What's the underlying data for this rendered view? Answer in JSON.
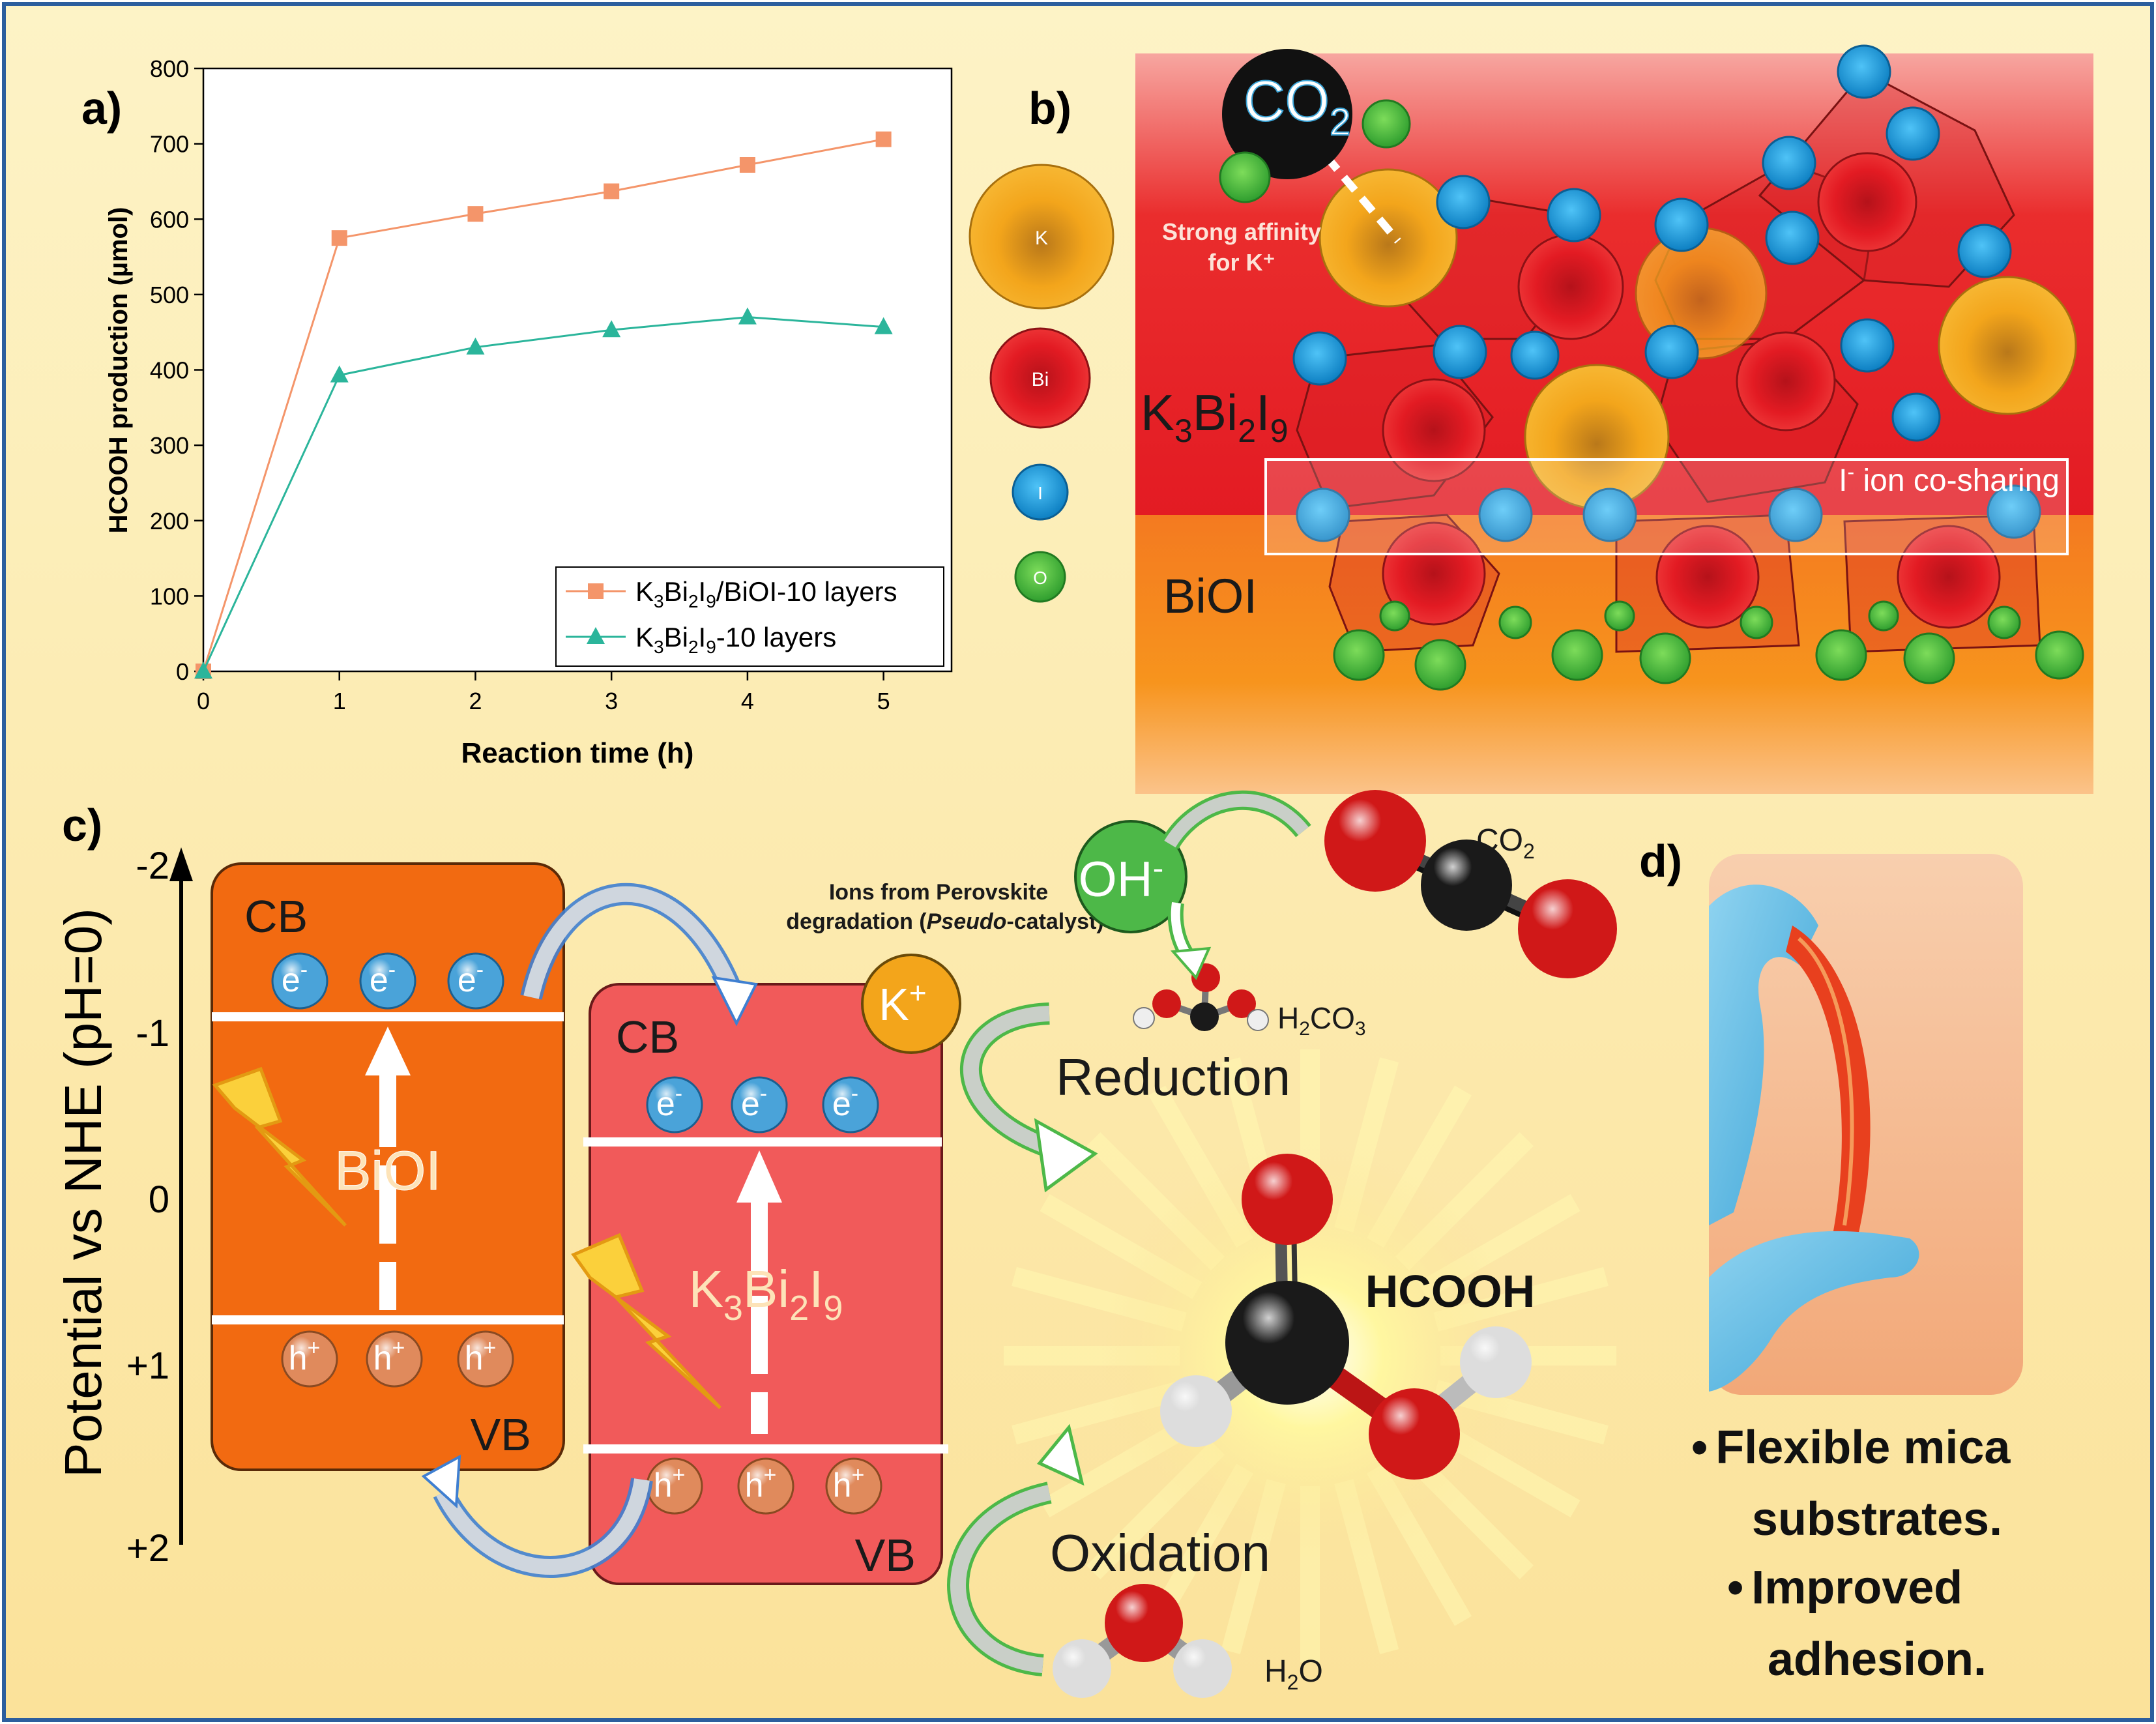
{
  "panels": {
    "a": "a)",
    "b": "b)",
    "c": "c)",
    "d": "d)"
  },
  "chart_data": {
    "type": "line",
    "x": [
      0,
      1,
      2,
      3,
      4,
      5
    ],
    "series": [
      {
        "name": "K3Bi2I9/BiOI-10 layers",
        "values": [
          0,
          575,
          607,
          637,
          672,
          706
        ],
        "color": "#f4956a",
        "marker": "square"
      },
      {
        "name": "K3Bi2I9-10 layers",
        "values": [
          0,
          393,
          430,
          453,
          470,
          457
        ],
        "color": "#2bb59b",
        "marker": "triangle"
      }
    ],
    "xlabel": "Reaction time (h)",
    "ylabel": "HCOOH production (µmol)",
    "xlim": [
      0,
      5.5
    ],
    "ylim": [
      0,
      800
    ],
    "xticks": [
      "0",
      "1",
      "2",
      "3",
      "4",
      "5"
    ],
    "yticks": [
      "0",
      "100",
      "200",
      "300",
      "400",
      "500",
      "600",
      "700",
      "800"
    ],
    "legend": "bottom-right",
    "legend_texts": [
      {
        "main": "K",
        "s1": "3",
        "b": "Bi",
        "s2": "2",
        "c": "I",
        "s3": "9",
        "rest": "/BiOI-10 layers"
      },
      {
        "main": "K",
        "s1": "3",
        "b": "Bi",
        "s2": "2",
        "c": "I",
        "s3": "9",
        "rest": "-10 layers"
      }
    ]
  },
  "structure": {
    "co2_main": "CO",
    "co2_sub": "2",
    "affinity_line1": "Strong affinity",
    "affinity_line2": "for K⁺",
    "legend_k": "K",
    "legend_bi": "Bi",
    "legend_i": "I",
    "legend_o": "O",
    "formula_k": "K",
    "formula_s1": "3",
    "formula_bi": "Bi",
    "formula_s2": "2",
    "formula_i": "I",
    "formula_s3": "9",
    "biol_label": "BiOI",
    "co_sharing_i": "I",
    "co_sharing_minus": "-",
    "co_sharing_rest": " ion co-sharing",
    "colors": {
      "top": "#e8252b",
      "bottom": "#f7941d",
      "k": "#f3a51b",
      "bi": "#e31b23",
      "i": "#1a9fdf",
      "o": "#4db848"
    }
  },
  "mechanism": {
    "axis_label": "Potential vs NHE (pH=0)",
    "ticks": [
      "-2",
      "-1",
      "0",
      "+1",
      "+2"
    ],
    "cb": "CB",
    "vb": "VB",
    "electron": "e",
    "electron_sup": "-",
    "hole": "h",
    "hole_sup": "+",
    "biol": "BiOI",
    "kbi_k": "K",
    "kbi_s1": "3",
    "kbi_bi": "Bi",
    "kbi_s2": "2",
    "kbi_i": "I",
    "kbi_s3": "9",
    "ions_line1": "Ions from Perovskite",
    "ions_line2a": "degradation (",
    "ions_italic": "Pseudo",
    "ions_line2b": "-catalyst)",
    "k_ion": "K",
    "k_ion_sup": "+",
    "oh_ion": "OH",
    "oh_sup": "-",
    "co2_main": "CO",
    "co2_sub": "2",
    "h2co3_a": "H",
    "h2co3_s1": "2",
    "h2co3_b": "CO",
    "h2co3_s2": "3",
    "reduction": "Reduction",
    "oxidation": "Oxidation",
    "hcooh": "HCOOH",
    "h2o_a": "H",
    "h2o_s": "2",
    "h2o_b": "O",
    "colors": {
      "biol": "#f26a11",
      "kbi": "#f15a5a",
      "electron": "#4aa3d9",
      "hole": "#e08a5c",
      "background": "#fcecb1"
    }
  },
  "photo": {
    "bullet": "•",
    "line1": "Flexible mica",
    "line2": "substrates.",
    "line3": "Improved",
    "line4": "adhesion."
  }
}
